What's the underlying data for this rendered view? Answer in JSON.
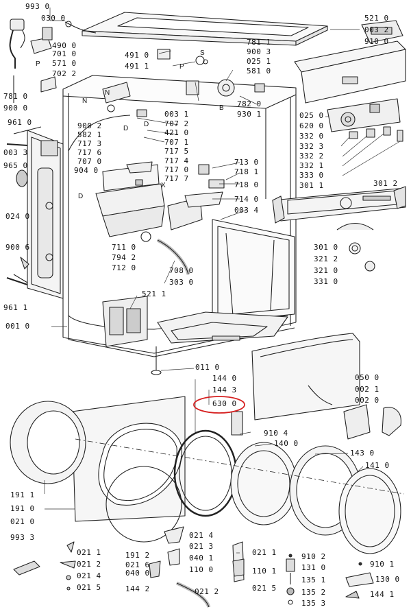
{
  "diagram": {
    "labels": [
      {
        "id": "l1",
        "text": "993 0"
      },
      {
        "id": "l2",
        "text": "030 0"
      },
      {
        "id": "l3",
        "text": "521 0"
      },
      {
        "id": "l4",
        "text": "003 2"
      },
      {
        "id": "l5",
        "text": "910 0"
      },
      {
        "id": "l6",
        "text": "490 0"
      },
      {
        "id": "l7",
        "text": "701 0"
      },
      {
        "id": "l8",
        "text": "571 0"
      },
      {
        "id": "l9",
        "text": "702 2"
      },
      {
        "id": "l10",
        "text": "491 0"
      },
      {
        "id": "l11",
        "text": "491 1"
      },
      {
        "id": "l12",
        "text": "781 1"
      },
      {
        "id": "l13",
        "text": "900 3"
      },
      {
        "id": "l14",
        "text": "025 1"
      },
      {
        "id": "l15",
        "text": "581 0"
      },
      {
        "id": "l16",
        "text": "781 0"
      },
      {
        "id": "l17",
        "text": "900 0"
      },
      {
        "id": "l18",
        "text": "782 0"
      },
      {
        "id": "l19",
        "text": "930 1"
      },
      {
        "id": "l20",
        "text": "003 1"
      },
      {
        "id": "l21",
        "text": "707 2"
      },
      {
        "id": "l22",
        "text": "421 0"
      },
      {
        "id": "l23",
        "text": "900 2"
      },
      {
        "id": "l24",
        "text": "582 1"
      },
      {
        "id": "l25",
        "text": "707 1"
      },
      {
        "id": "l26",
        "text": "961 0"
      },
      {
        "id": "l27",
        "text": "003 3"
      },
      {
        "id": "l28",
        "text": "965 0"
      },
      {
        "id": "l29",
        "text": "717 3"
      },
      {
        "id": "l30",
        "text": "717 5"
      },
      {
        "id": "l31",
        "text": "717 6"
      },
      {
        "id": "l32",
        "text": "717 4"
      },
      {
        "id": "l33",
        "text": "707 0"
      },
      {
        "id": "l34",
        "text": "717 0"
      },
      {
        "id": "l35",
        "text": "904 0"
      },
      {
        "id": "l36",
        "text": "717 7"
      },
      {
        "id": "l37",
        "text": "025 0"
      },
      {
        "id": "l38",
        "text": "620 0"
      },
      {
        "id": "l39",
        "text": "332 0"
      },
      {
        "id": "l40",
        "text": "332 3"
      },
      {
        "id": "l41",
        "text": "332 2"
      },
      {
        "id": "l42",
        "text": "332 1"
      },
      {
        "id": "l43",
        "text": "333 0"
      },
      {
        "id": "l44",
        "text": "713 0"
      },
      {
        "id": "l45",
        "text": "718 1"
      },
      {
        "id": "l46",
        "text": "718 0"
      },
      {
        "id": "l47",
        "text": "714 0"
      },
      {
        "id": "l48",
        "text": "003 4"
      },
      {
        "id": "l49",
        "text": "301 1"
      },
      {
        "id": "l50",
        "text": "301 2"
      },
      {
        "id": "l51",
        "text": "024 0"
      },
      {
        "id": "l52",
        "text": "301 0"
      },
      {
        "id": "l53",
        "text": "711 0"
      },
      {
        "id": "l54",
        "text": "794 2"
      },
      {
        "id": "l55",
        "text": "712 0"
      },
      {
        "id": "l56",
        "text": "900 6"
      },
      {
        "id": "l57",
        "text": "321 2"
      },
      {
        "id": "l58",
        "text": "321 0"
      },
      {
        "id": "l59",
        "text": "331 0"
      },
      {
        "id": "l60",
        "text": "708 0"
      },
      {
        "id": "l61",
        "text": "303 0"
      },
      {
        "id": "l62",
        "text": "521 1"
      },
      {
        "id": "l63",
        "text": "961 1"
      },
      {
        "id": "l64",
        "text": "001 0"
      },
      {
        "id": "l65",
        "text": "011 0"
      },
      {
        "id": "l66",
        "text": "144 0"
      },
      {
        "id": "l67",
        "text": "144 3"
      },
      {
        "id": "l68",
        "text": "630 0"
      },
      {
        "id": "l69",
        "text": "050 0"
      },
      {
        "id": "l70",
        "text": "002 1"
      },
      {
        "id": "l71",
        "text": "002 0"
      },
      {
        "id": "l72",
        "text": "910 4"
      },
      {
        "id": "l73",
        "text": "140 0"
      },
      {
        "id": "l74",
        "text": "143 0"
      },
      {
        "id": "l75",
        "text": "141 0"
      },
      {
        "id": "l76",
        "text": "191 1"
      },
      {
        "id": "l77",
        "text": "191 0"
      },
      {
        "id": "l78",
        "text": "021 0"
      },
      {
        "id": "l79",
        "text": "021 4"
      },
      {
        "id": "l80",
        "text": "993 3"
      },
      {
        "id": "l81",
        "text": "021 3"
      },
      {
        "id": "l82",
        "text": "021 1"
      },
      {
        "id": "l83",
        "text": "191 2"
      },
      {
        "id": "l84",
        "text": "910 2"
      },
      {
        "id": "l85",
        "text": "910 1"
      },
      {
        "id": "l86",
        "text": "021 1"
      },
      {
        "id": "l87",
        "text": "021 6"
      },
      {
        "id": "l88",
        "text": "040 1"
      },
      {
        "id": "l89",
        "text": "131 0"
      },
      {
        "id": "l90",
        "text": "021 2"
      },
      {
        "id": "l91",
        "text": "110 0"
      },
      {
        "id": "l92",
        "text": "110 1"
      },
      {
        "id": "l93",
        "text": "021 4"
      },
      {
        "id": "l94",
        "text": "040 0"
      },
      {
        "id": "l95",
        "text": "135 1"
      },
      {
        "id": "l96",
        "text": "130 0"
      },
      {
        "id": "l97",
        "text": "021 5"
      },
      {
        "id": "l98",
        "text": "144 2"
      },
      {
        "id": "l99",
        "text": "021 2"
      },
      {
        "id": "l100",
        "text": "021 5"
      },
      {
        "id": "l101",
        "text": "135 2"
      },
      {
        "id": "l102",
        "text": "144 1"
      },
      {
        "id": "l103",
        "text": "135 3"
      }
    ],
    "letters": [
      "N",
      "P",
      "S",
      "P",
      "N",
      "B",
      "D",
      "D",
      "X",
      "D"
    ],
    "highlight": {
      "label": "630 0",
      "color": "#d62020"
    }
  }
}
